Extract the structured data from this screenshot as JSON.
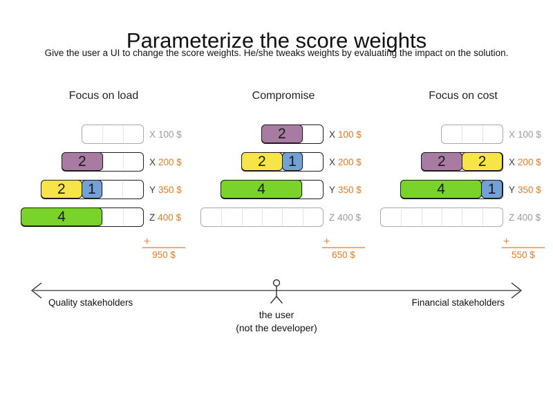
{
  "title": "Parameterize the score weights",
  "subtitle": "Give the user a UI to change the score weights. He/she tweaks weights by evaluating the impact on the solution.",
  "sum_plus": "+",
  "colors": {
    "purple": "#a87ca2",
    "yellow": "#f7e449",
    "blue": "#73a1d6",
    "green": "#7ad32a",
    "orange_text": "#e07b23",
    "orange_line": "#f0a875",
    "gray_text": "#9b9b9b"
  },
  "scenarios": [
    {
      "name": "Focus on load",
      "total": "950 $",
      "rows": [
        {
          "letter": "X",
          "cost": "100 $",
          "active": false,
          "cells": 3,
          "blocks": []
        },
        {
          "letter": "X",
          "cost": "200 $",
          "active": true,
          "cells": 4,
          "blocks": [
            {
              "color": "purple",
              "value": "2",
              "span": 2
            }
          ]
        },
        {
          "letter": "Y",
          "cost": "350 $",
          "active": true,
          "cells": 5,
          "blocks": [
            {
              "color": "yellow",
              "value": "2",
              "span": 2
            },
            {
              "color": "blue",
              "value": "1",
              "span": 1
            }
          ]
        },
        {
          "letter": "Z",
          "cost": "400 $",
          "active": true,
          "cells": 6,
          "blocks": [
            {
              "color": "green",
              "value": "4",
              "span": 4
            }
          ]
        }
      ]
    },
    {
      "name": "Compromise",
      "total": "650 $",
      "rows": [
        {
          "letter": "X",
          "cost": "100 $",
          "active": true,
          "cells": 3,
          "blocks": [
            {
              "color": "purple",
              "value": "2",
              "span": 2
            }
          ]
        },
        {
          "letter": "X",
          "cost": "200 $",
          "active": true,
          "cells": 4,
          "blocks": [
            {
              "color": "yellow",
              "value": "2",
              "span": 2
            },
            {
              "color": "blue",
              "value": "1",
              "span": 1
            }
          ]
        },
        {
          "letter": "Y",
          "cost": "350 $",
          "active": true,
          "cells": 5,
          "blocks": [
            {
              "color": "green",
              "value": "4",
              "span": 4
            }
          ]
        },
        {
          "letter": "Z",
          "cost": "400 $",
          "active": false,
          "cells": 6,
          "blocks": []
        }
      ]
    },
    {
      "name": "Focus on cost",
      "total": "550 $",
      "rows": [
        {
          "letter": "X",
          "cost": "100 $",
          "active": false,
          "cells": 3,
          "blocks": []
        },
        {
          "letter": "X",
          "cost": "200 $",
          "active": true,
          "cells": 4,
          "blocks": [
            {
              "color": "purple",
              "value": "2",
              "span": 2
            },
            {
              "color": "yellow",
              "value": "2",
              "span": 2
            }
          ]
        },
        {
          "letter": "Y",
          "cost": "350 $",
          "active": true,
          "cells": 5,
          "blocks": [
            {
              "color": "green",
              "value": "4",
              "span": 4
            },
            {
              "color": "blue",
              "value": "1",
              "span": 1
            }
          ]
        },
        {
          "letter": "Z",
          "cost": "400 $",
          "active": false,
          "cells": 6,
          "blocks": []
        }
      ]
    }
  ],
  "axis": {
    "left_label": "Quality stakeholders",
    "right_label": "Financial stakeholders",
    "center_line_1": "the user",
    "center_line_2": "(not the developer)"
  }
}
